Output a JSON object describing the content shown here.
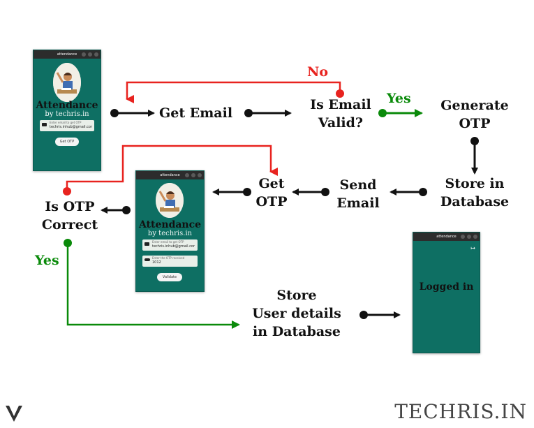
{
  "nodes": {
    "get_email": "Get Email",
    "is_email_valid_l1": "Is Email",
    "is_email_valid_l2": "Valid?",
    "generate_otp_l1": "Generate",
    "generate_otp_l2": "OTP",
    "store_db_l1": "Store in",
    "store_db_l2": "Database",
    "send_email_l1": "Send",
    "send_email_l2": "Email",
    "get_otp_l1": "Get",
    "get_otp_l2": "OTP",
    "is_otp_correct_l1": "Is OTP",
    "is_otp_correct_l2": "Correct",
    "store_user_l1": "Store",
    "store_user_l2": "User details",
    "store_user_l3": "in  Database"
  },
  "edge_labels": {
    "no": "No",
    "yes_email": "Yes",
    "yes_otp": "Yes"
  },
  "colors": {
    "no_edge": "#e8231f",
    "yes_edge": "#0a8a0a",
    "flow_edge": "#111111",
    "app_bg": "#0e6f63"
  },
  "window1": {
    "title": "attendance",
    "app_name": "Attendance",
    "by": "by",
    "brand": "techris.in",
    "email_placeholder": "Enter email to get OTP",
    "email_value": "techris.inhub@gmail.cor",
    "button": "Get OTP"
  },
  "window2": {
    "title": "attendance",
    "app_name": "Attendance",
    "by": "by",
    "brand": "techris.in",
    "email_placeholder": "Enter email to get OTP",
    "email_value": "techris.inhub@gmail.cor",
    "otp_placeholder": "Enter the OTP received",
    "otp_value": "1012",
    "button": "Validate"
  },
  "window3": {
    "title": "attendance",
    "status": "Logged in",
    "icon": "logout-icon"
  },
  "footer": {
    "brand": "TECHRIS.IN"
  }
}
